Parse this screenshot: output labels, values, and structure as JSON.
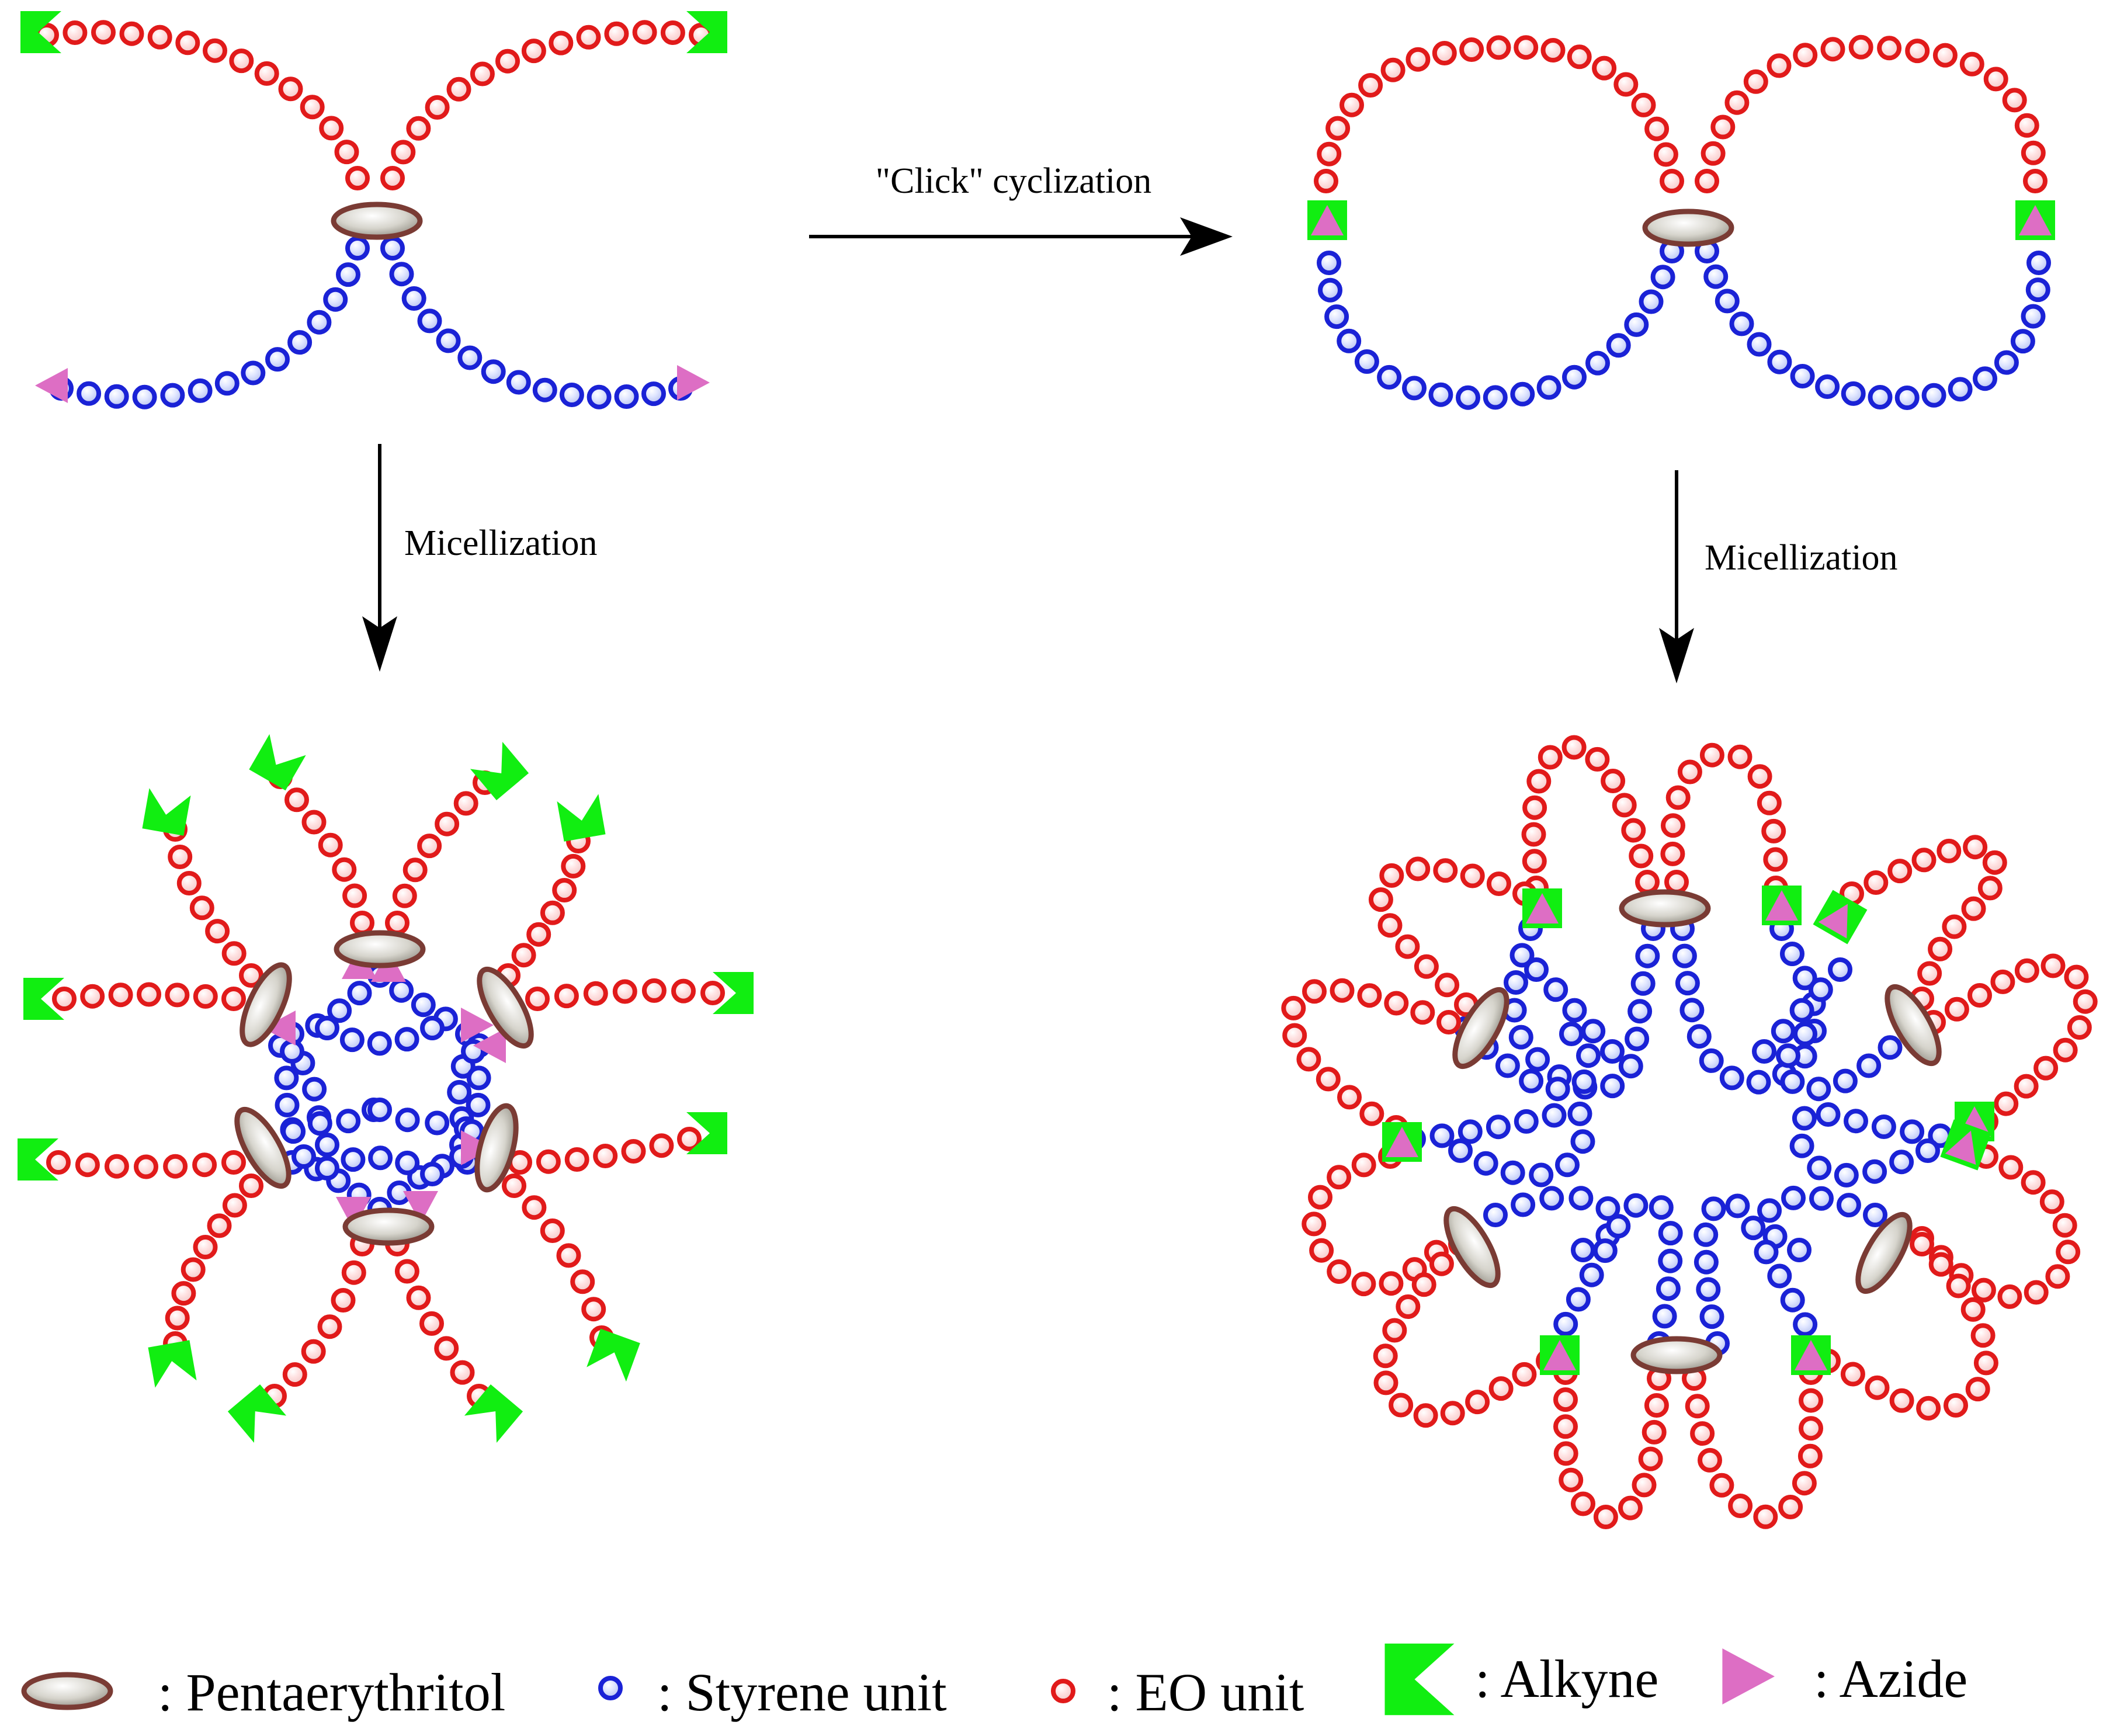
{
  "colors": {
    "eo": "#e11a1a",
    "styrene": "#1a22d6",
    "alkyne": "#11ee11",
    "azide": "#dd6ec4",
    "core_fill": "#d2d2cc",
    "core_edge": "#7a3b34",
    "arrow": "#000000"
  },
  "labels": {
    "click": "\"Click\" cyclization",
    "micellization_left": "Micellization",
    "micellization_right": "Micellization"
  },
  "legend": {
    "pentaerythritol": ": Pentaerythritol",
    "styrene": ": Styrene unit",
    "eo": ": EO unit",
    "alkyne": ": Alkyne",
    "azide": ": Azide"
  }
}
